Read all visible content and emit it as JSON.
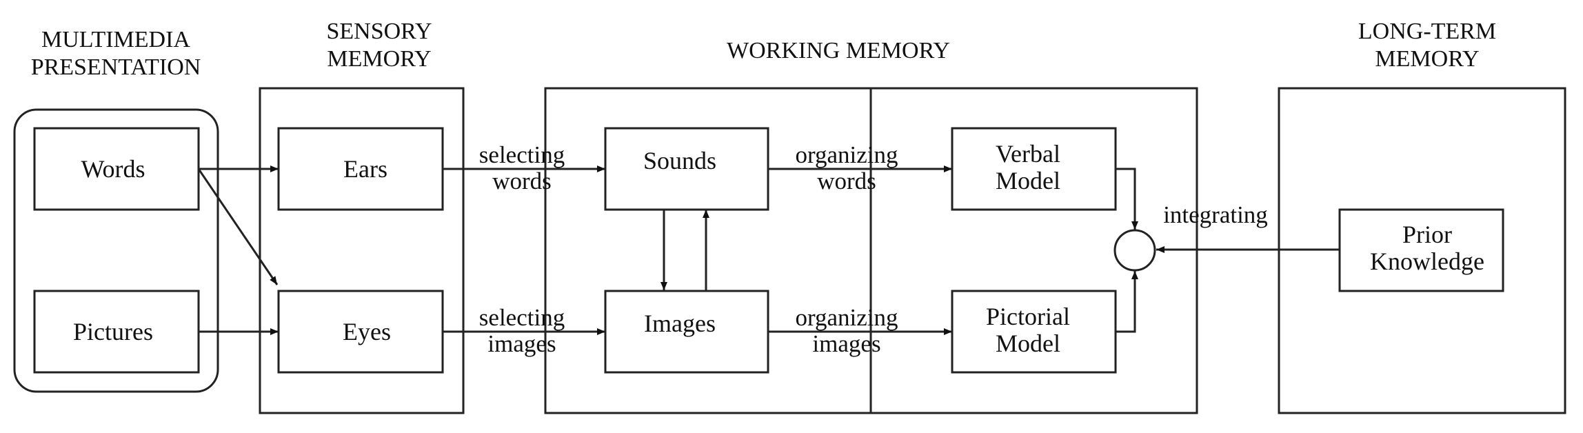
{
  "stages": {
    "multimedia": [
      "MULTIMEDIA",
      "PRESENTATION"
    ],
    "sensory": [
      "SENSORY",
      "MEMORY"
    ],
    "working": [
      "WORKING MEMORY"
    ],
    "longterm": [
      "LONG-TERM",
      "MEMORY"
    ]
  },
  "boxes": {
    "words": [
      "Words"
    ],
    "pictures": [
      "Pictures"
    ],
    "ears": [
      "Ears"
    ],
    "eyes": [
      "Eyes"
    ],
    "sounds": [
      "Sounds"
    ],
    "images": [
      "Images"
    ],
    "verbal_model": [
      "Verbal",
      "Model"
    ],
    "pictorial_model": [
      "Pictorial",
      "Model"
    ],
    "prior_knowledge": [
      "Prior",
      "Knowledge"
    ]
  },
  "processes": {
    "selecting_words": [
      "selecting",
      "words"
    ],
    "selecting_images": [
      "selecting",
      "images"
    ],
    "organizing_words": [
      "organizing",
      "words"
    ],
    "organizing_images": [
      "organizing",
      "images"
    ],
    "integrating": [
      "integrating"
    ]
  }
}
